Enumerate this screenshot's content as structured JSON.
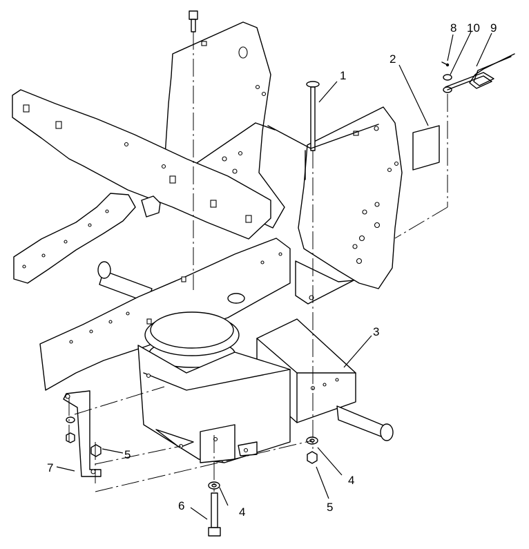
{
  "callouts": {
    "c1": "1",
    "c2": "2",
    "c3": "3",
    "c4a": "4",
    "c4b": "4",
    "c5a": "5",
    "c5b": "5",
    "c6": "6",
    "c7": "7",
    "c8": "8",
    "c9": "9",
    "c10": "10"
  }
}
